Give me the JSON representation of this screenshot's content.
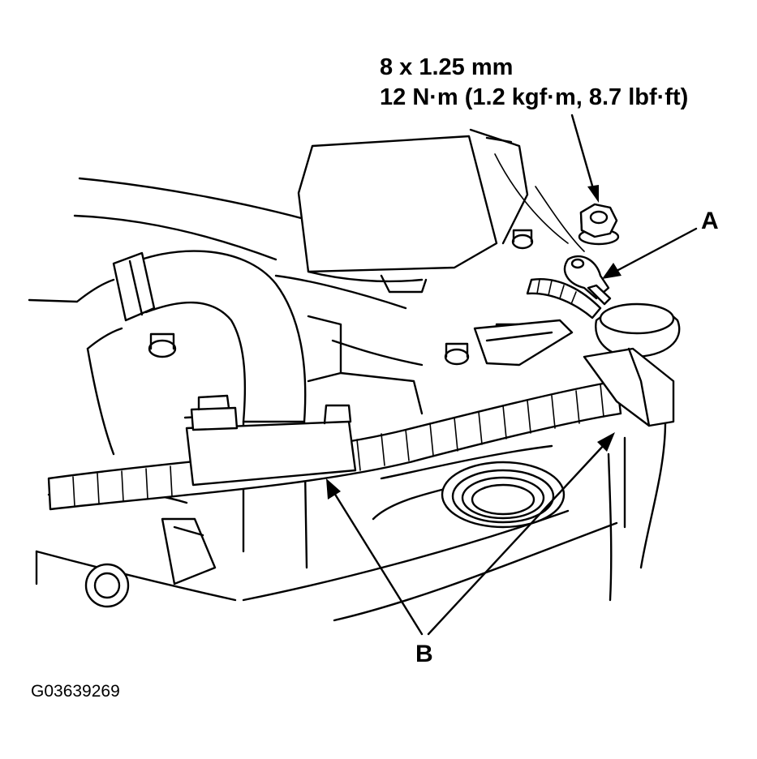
{
  "spec": {
    "thread": "8 x 1.25 mm",
    "torque": "12 N·m (1.2 kgf·m, 8.7 lbf·ft)"
  },
  "callouts": {
    "a": "A",
    "b": "B"
  },
  "figure_id": "G03639269",
  "colors": {
    "line": "#000000",
    "background": "#ffffff"
  }
}
